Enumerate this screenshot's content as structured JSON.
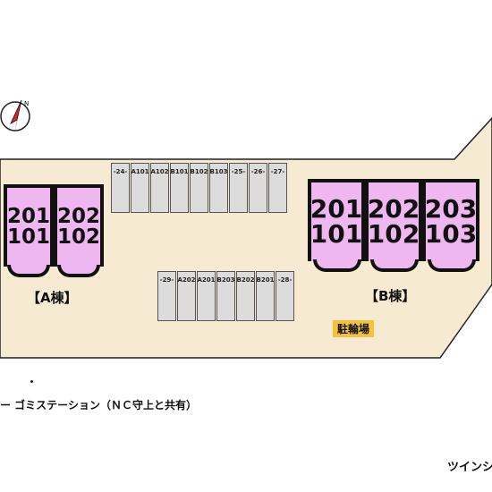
{
  "compass": {
    "label": "N",
    "icon": "compass-north-icon"
  },
  "parking_top": [
    "-24-",
    "A101",
    "A102",
    "B101",
    "B102",
    "B103",
    "-25-",
    "-26-",
    "-27-"
  ],
  "parking_bottom": [
    "-29-",
    "A202",
    "A201",
    "B203",
    "B202",
    "B201",
    "-28-"
  ],
  "building_a": {
    "label": "【A棟】",
    "units": [
      {
        "upper": "201",
        "lower": "101"
      },
      {
        "upper": "202",
        "lower": "102"
      }
    ]
  },
  "building_b": {
    "label": "【B棟】",
    "units": [
      {
        "upper": "201",
        "lower": "101"
      },
      {
        "upper": "202",
        "lower": "102"
      },
      {
        "upper": "203",
        "lower": "103"
      }
    ]
  },
  "bike_parking_label": "駐輪場",
  "garbage_note": "ー ゴミステーション（ＮＣ守上と共有）",
  "corner_text": "ツインシ",
  "colors": {
    "lot": "#f7ead2",
    "unit": "#efb7ef",
    "slot": "#dcdcdc",
    "bike_tag": "#f6c23a"
  }
}
